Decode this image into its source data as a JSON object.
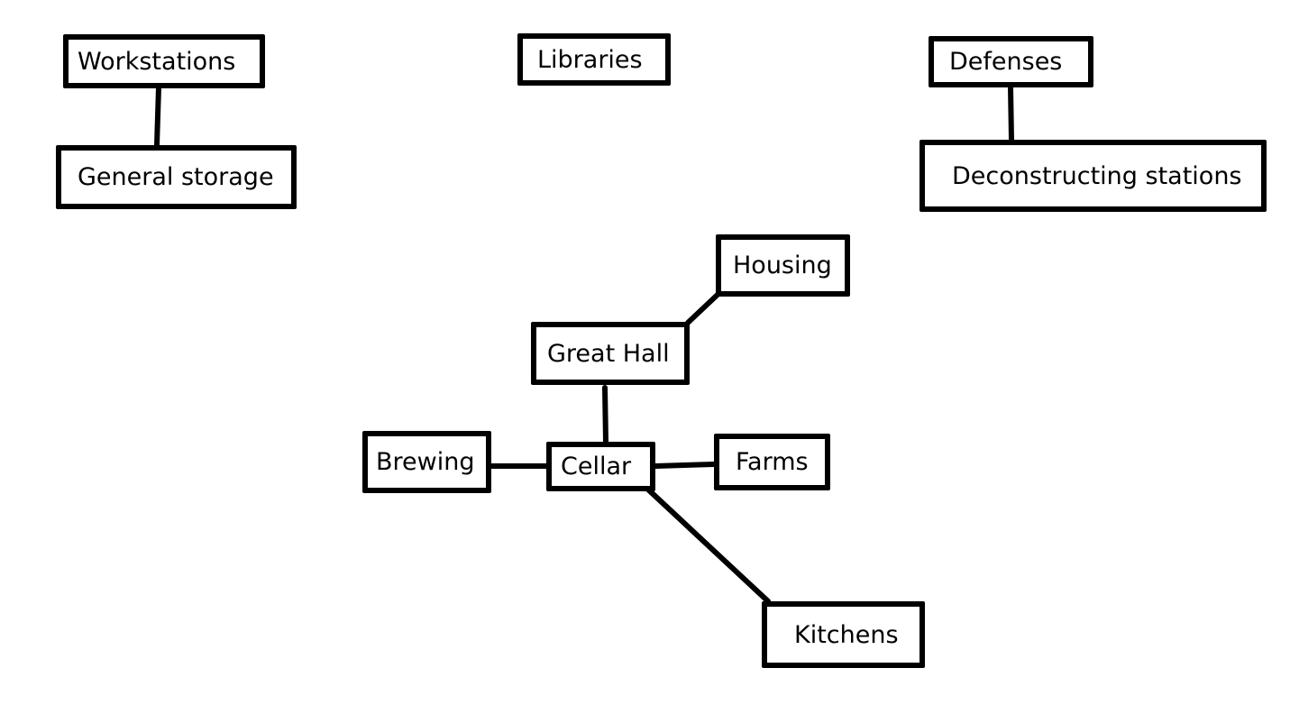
{
  "diagram": {
    "nodes": {
      "workstations": "Workstations",
      "general_storage": "General storage",
      "libraries": "Libraries",
      "defenses": "Defenses",
      "deconstructing": "Deconstructing stations",
      "housing": "Housing",
      "great_hall": "Great Hall",
      "brewing": "Brewing",
      "cellar": "Cellar",
      "farms": "Farms",
      "kitchens": "Kitchens"
    },
    "edges": [
      [
        "Workstations",
        "General storage"
      ],
      [
        "Defenses",
        "Deconstructing stations"
      ],
      [
        "Great Hall",
        "Housing"
      ],
      [
        "Great Hall",
        "Cellar"
      ],
      [
        "Cellar",
        "Brewing"
      ],
      [
        "Cellar",
        "Farms"
      ],
      [
        "Cellar",
        "Kitchens"
      ]
    ]
  }
}
